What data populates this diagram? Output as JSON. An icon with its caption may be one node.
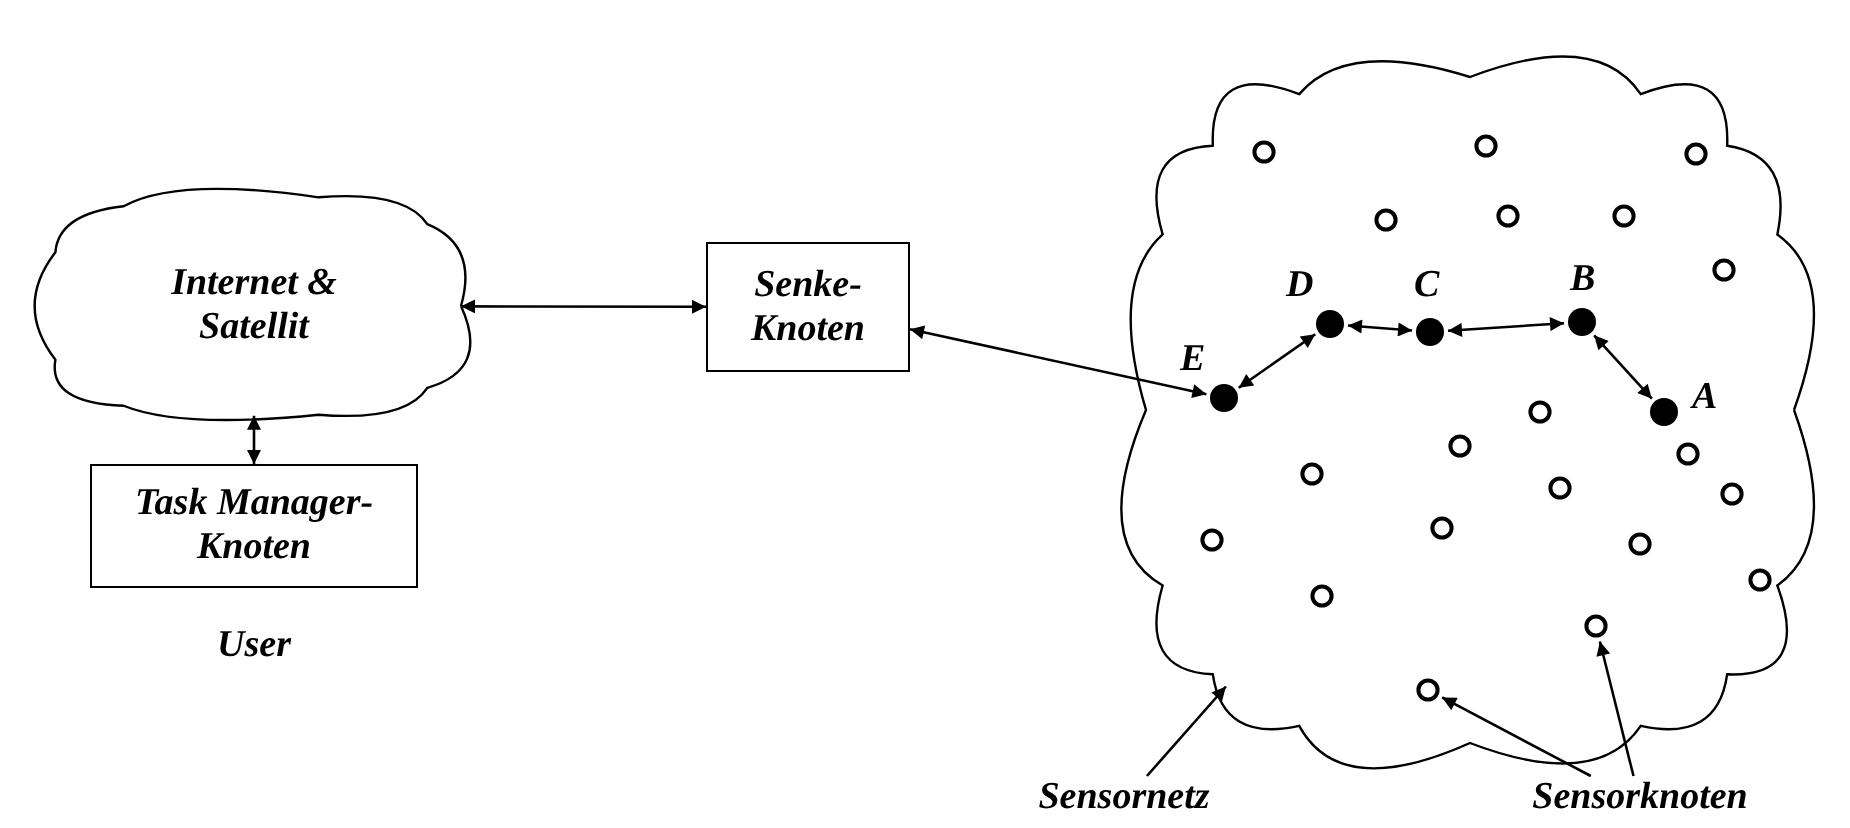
{
  "diagram": {
    "nodes": [
      {
        "text": [
          "Internet & Satellit"
        ]
      },
      {
        "text": [
          "Senke- Knoten"
        ]
      },
      {
        "text": [
          "Task Manager- Knoten"
        ],
        "beside": [
          "User"
        ]
      },
      {
        "text": [],
        "shape": "cloud"
      },
      {
        "text": [],
        "shape": "circle",
        "beside": [
          "E"
        ],
        "in": 3
      },
      {
        "text": [],
        "shape": "circle",
        "beside": [
          "D"
        ],
        "in": 3
      },
      {
        "text": [],
        "shape": "circle",
        "beside": [
          "C"
        ],
        "in": 3
      },
      {
        "text": [],
        "shape": "circle",
        "beside": [
          "B"
        ],
        "in": 3
      },
      {
        "text": [],
        "shape": "circle",
        "beside": [
          "A"
        ],
        "in": 3
      },
      {
        "text": [],
        "shape": "circle",
        "in": 3
      },
      {
        "text": [],
        "shape": "circle",
        "in": 3
      },
      {
        "text": [],
        "shape": "circle",
        "in": 3
      },
      {
        "text": [],
        "shape": "circle",
        "in": 3
      },
      {
        "text": [],
        "shape": "circle",
        "in": 3
      },
      {
        "text": [],
        "shape": "circle",
        "in": 3
      },
      {
        "text": [],
        "shape": "circle",
        "in": 3
      },
      {
        "text": [],
        "shape": "circle",
        "in": 3
      },
      {
        "text": [],
        "shape": "circle",
        "in": 3
      },
      {
        "text": [],
        "shape": "circle",
        "in": 3
      },
      {
        "text": [],
        "shape": "circle",
        "in": 3
      },
      {
        "text": [],
        "shape": "circle",
        "in": 3
      },
      {
        "text": [],
        "shape": "circle",
        "in": 3
      },
      {
        "text": [],
        "shape": "circle",
        "in": 3
      },
      {
        "text": [],
        "shape": "circle",
        "in": 3
      },
      {
        "text": [],
        "shape": "circle",
        "in": 3
      },
      {
        "text": [],
        "shape": "circle",
        "in": 3
      },
      {
        "text": [],
        "shape": "circle",
        "in": 3
      },
      {
        "text": [],
        "shape": "circle",
        "in": 3
      },
      {
        "text": [],
        "shape": "circle",
        "in": 3
      },
      {
        "text": [
          "Sensornetz"
        ]
      },
      {
        "text": [
          "Sensorknoten"
        ]
      }
    ],
    "edges": [
      {
        "from": 0,
        "to": 1,
        "arrow": "both"
      },
      {
        "from": 0,
        "to": 2,
        "arrow": "both"
      },
      {
        "from": 1,
        "to": 4,
        "arrow": "both"
      },
      {
        "from": 4,
        "to": 5,
        "arrow": "both"
      },
      {
        "from": 5,
        "to": 6,
        "arrow": "both"
      },
      {
        "from": 6,
        "to": 7,
        "arrow": "both"
      },
      {
        "from": 7,
        "to": 8,
        "arrow": "both"
      },
      {
        "from": 29,
        "to": 3,
        "arrow": "to"
      },
      {
        "from": 30,
        "to": 27,
        "arrow": "to"
      },
      {
        "from": 30,
        "to": 28,
        "arrow": "to"
      }
    ]
  }
}
